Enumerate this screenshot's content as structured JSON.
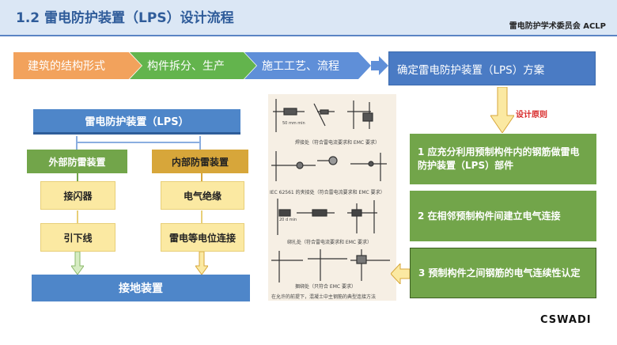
{
  "header": {
    "title": "1.2  雷电防护装置（LPS）设计流程",
    "org": "雷电防护学术委员会  ACLP"
  },
  "process": {
    "steps": [
      "建筑的结构形式",
      "构件拆分、生产",
      "施工工艺、流程"
    ],
    "result": "确定雷电防护装置（LPS）方案"
  },
  "tree": {
    "root": "雷电防护装置（LPS）",
    "external": {
      "label": "外部防雷装置",
      "items": [
        "接闪器",
        "引下线"
      ]
    },
    "internal": {
      "label": "内部防雷装置",
      "items": [
        "电气绝缘",
        "雷电等电位连接"
      ]
    },
    "ground": "接地装置"
  },
  "figure": {
    "captions": [
      "焊接处（符合雷电流要求和 EMC 要求）",
      "IEC 62561 的夹接处（符合雷电流要求和 EMC 要求）",
      "绑扎处（符合雷电流要求和 EMC 要求）",
      "捆绑处（只符合 EMC 要求）",
      "在允许的前提下，混凝土中主钢筋的典型连接方法"
    ],
    "dim_label": "50 mm min",
    "dim_label2": "20 d min"
  },
  "principle_label": "设计原则",
  "principles": [
    "1  应充分利用预制构件内的钢筋做雷电防护装置（LPS）部件",
    "2 在相邻预制构件间建立电气连接",
    "3  预制构件之间钢筋的电气连续性认定"
  ],
  "logo": "CSWADI",
  "colors": {
    "orange": "#f2a25c",
    "green": "#63b44d",
    "blue": "#4e86c9",
    "gold": "#d7a63a",
    "arrow_yellow": "#fbe9a2",
    "red": "#d92b2b"
  }
}
